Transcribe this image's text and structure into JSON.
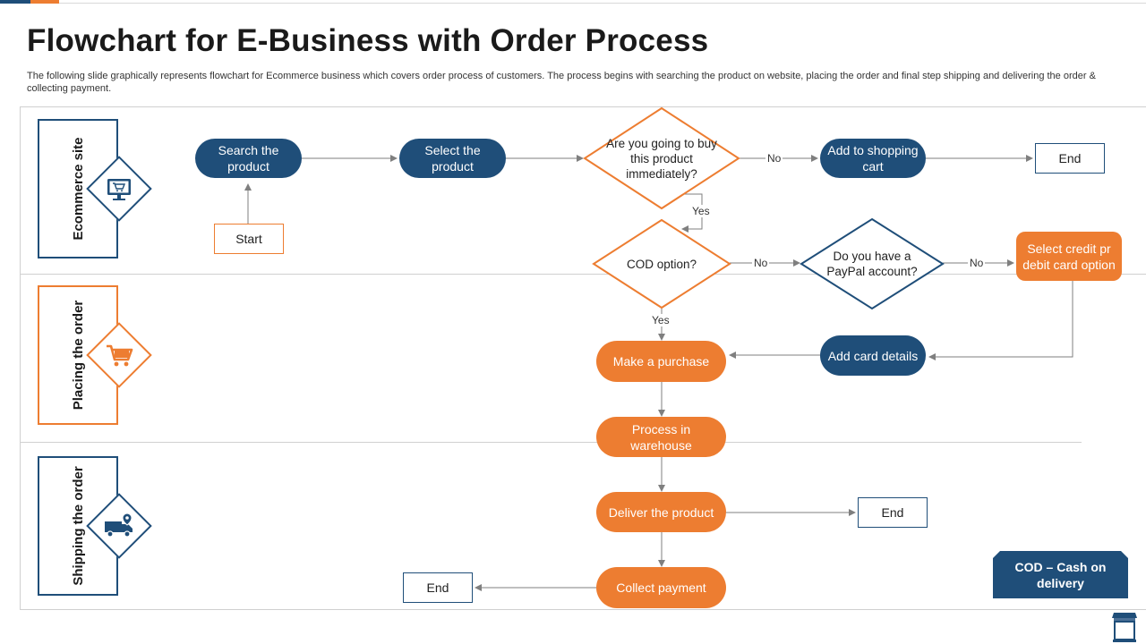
{
  "header": {
    "title": "Flowchart for E-Business with Order Process",
    "subtitle": "The following slide graphically represents flowchart for Ecommerce business which covers order process of customers. The process begins with searching the product on website, placing the order and final step shipping and delivering the order & collecting payment."
  },
  "lanes": [
    {
      "label": "Ecommerce site",
      "icon": "computer-cart-icon",
      "color": "#1f4e79"
    },
    {
      "label": "Placing the order",
      "icon": "shopping-cart-icon",
      "color": "#ed7d31"
    },
    {
      "label": "Shipping the order",
      "icon": "delivery-truck-icon",
      "color": "#1f4e79"
    }
  ],
  "nodes": {
    "search": "Search the product",
    "select": "Select the product",
    "start": "Start",
    "buy_now": "Are you going to buy this product immediately?",
    "add_cart": "Add to shopping cart",
    "end_top": "End",
    "cod": "COD option?",
    "paypal": "Do you have a PayPal account?",
    "credit": "Select credit pr debit card option",
    "purchase": "Make a purchase",
    "card_details": "Add card details",
    "warehouse": "Process in warehouse",
    "deliver": "Deliver the product",
    "end_mid": "End",
    "collect": "Collect payment",
    "end_bottom": "End"
  },
  "edge_labels": {
    "buy_no": "No",
    "buy_yes": "Yes",
    "cod_no": "No",
    "cod_yes": "Yes",
    "paypal_no": "No"
  },
  "legend": {
    "text": "COD – Cash on delivery"
  },
  "colors": {
    "navy": "#1f4e79",
    "orange": "#ed7d31",
    "line": "#7f7f7f"
  }
}
